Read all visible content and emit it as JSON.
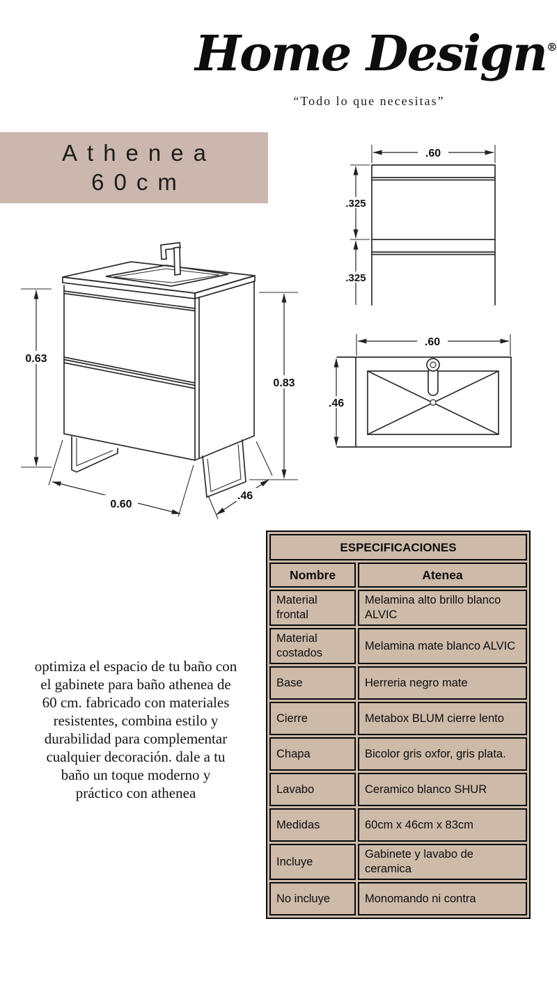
{
  "logo": {
    "brand": "Home Design",
    "registered": "®",
    "tagline": "“Todo lo que necesitas”"
  },
  "banner": {
    "title_line1": "Athenea",
    "title_line2": "60cm",
    "bg_color": "#cbb7ae"
  },
  "drawings": {
    "isometric_view": {
      "height_front_label": "0.63",
      "height_total_label": "0.83",
      "width_label": "0.60",
      "depth_label": ".46"
    },
    "front_view": {
      "width_label": ".60",
      "upper_drawer_label": ".325",
      "lower_drawer_label": ".325"
    },
    "top_view": {
      "width_label": ".60",
      "depth_label": ".46"
    }
  },
  "description": {
    "lines": [
      "optimiza el espacio de tu baño con",
      "el gabinete para baño athenea de",
      "60 cm. fabricado con materiales",
      "resistentes, combina estilo y",
      "durabilidad para complementar",
      "cualquier decoración. dale a tu",
      "baño un toque moderno y",
      "práctico con athenea"
    ]
  },
  "spec_table": {
    "title": "ESPECIFICACIONES",
    "name_header": "Nombre",
    "value_header": "Atenea",
    "bg_color": "#cdbaa9",
    "rows": [
      {
        "label": "Material frontal",
        "value": "Melamina alto brillo blanco ALVIC"
      },
      {
        "label": "Material costados",
        "value": "Melamina mate blanco ALVIC"
      },
      {
        "label": "Base",
        "value": "Herreria negro mate"
      },
      {
        "label": "Cierre",
        "value": "Metabox BLUM cierre lento"
      },
      {
        "label": "Chapa",
        "value": "Bicolor gris oxfor, gris plata."
      },
      {
        "label": "Lavabo",
        "value": "Ceramico blanco SHUR"
      },
      {
        "label": "Medidas",
        "value": "60cm x 46cm x 83cm"
      },
      {
        "label": "Incluye",
        "value": "Gabinete y lavabo de ceramica"
      },
      {
        "label": "No incluye",
        "value": "Monomando ni contra"
      }
    ]
  }
}
